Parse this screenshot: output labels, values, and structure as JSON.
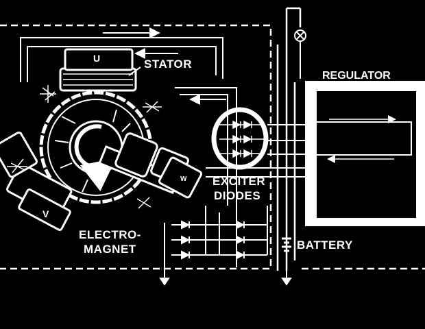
{
  "colors": {
    "background": "#000000",
    "line": "#ffffff"
  },
  "labels": {
    "stator": "STATOR",
    "regulator": "REGULATOR",
    "exciter_line1": "EXCITER",
    "exciter_line2": "DIODES",
    "electro_line1": "ELECTRO-",
    "electro_line2": "MAGNET",
    "battery": "BATTERY",
    "coil_u": "U",
    "coil_v": "V",
    "coil_w": "W"
  },
  "icons": [
    "lamp-icon",
    "diode-icon",
    "ground-icon",
    "battery-icon",
    "rotation-arrow-icon"
  ]
}
